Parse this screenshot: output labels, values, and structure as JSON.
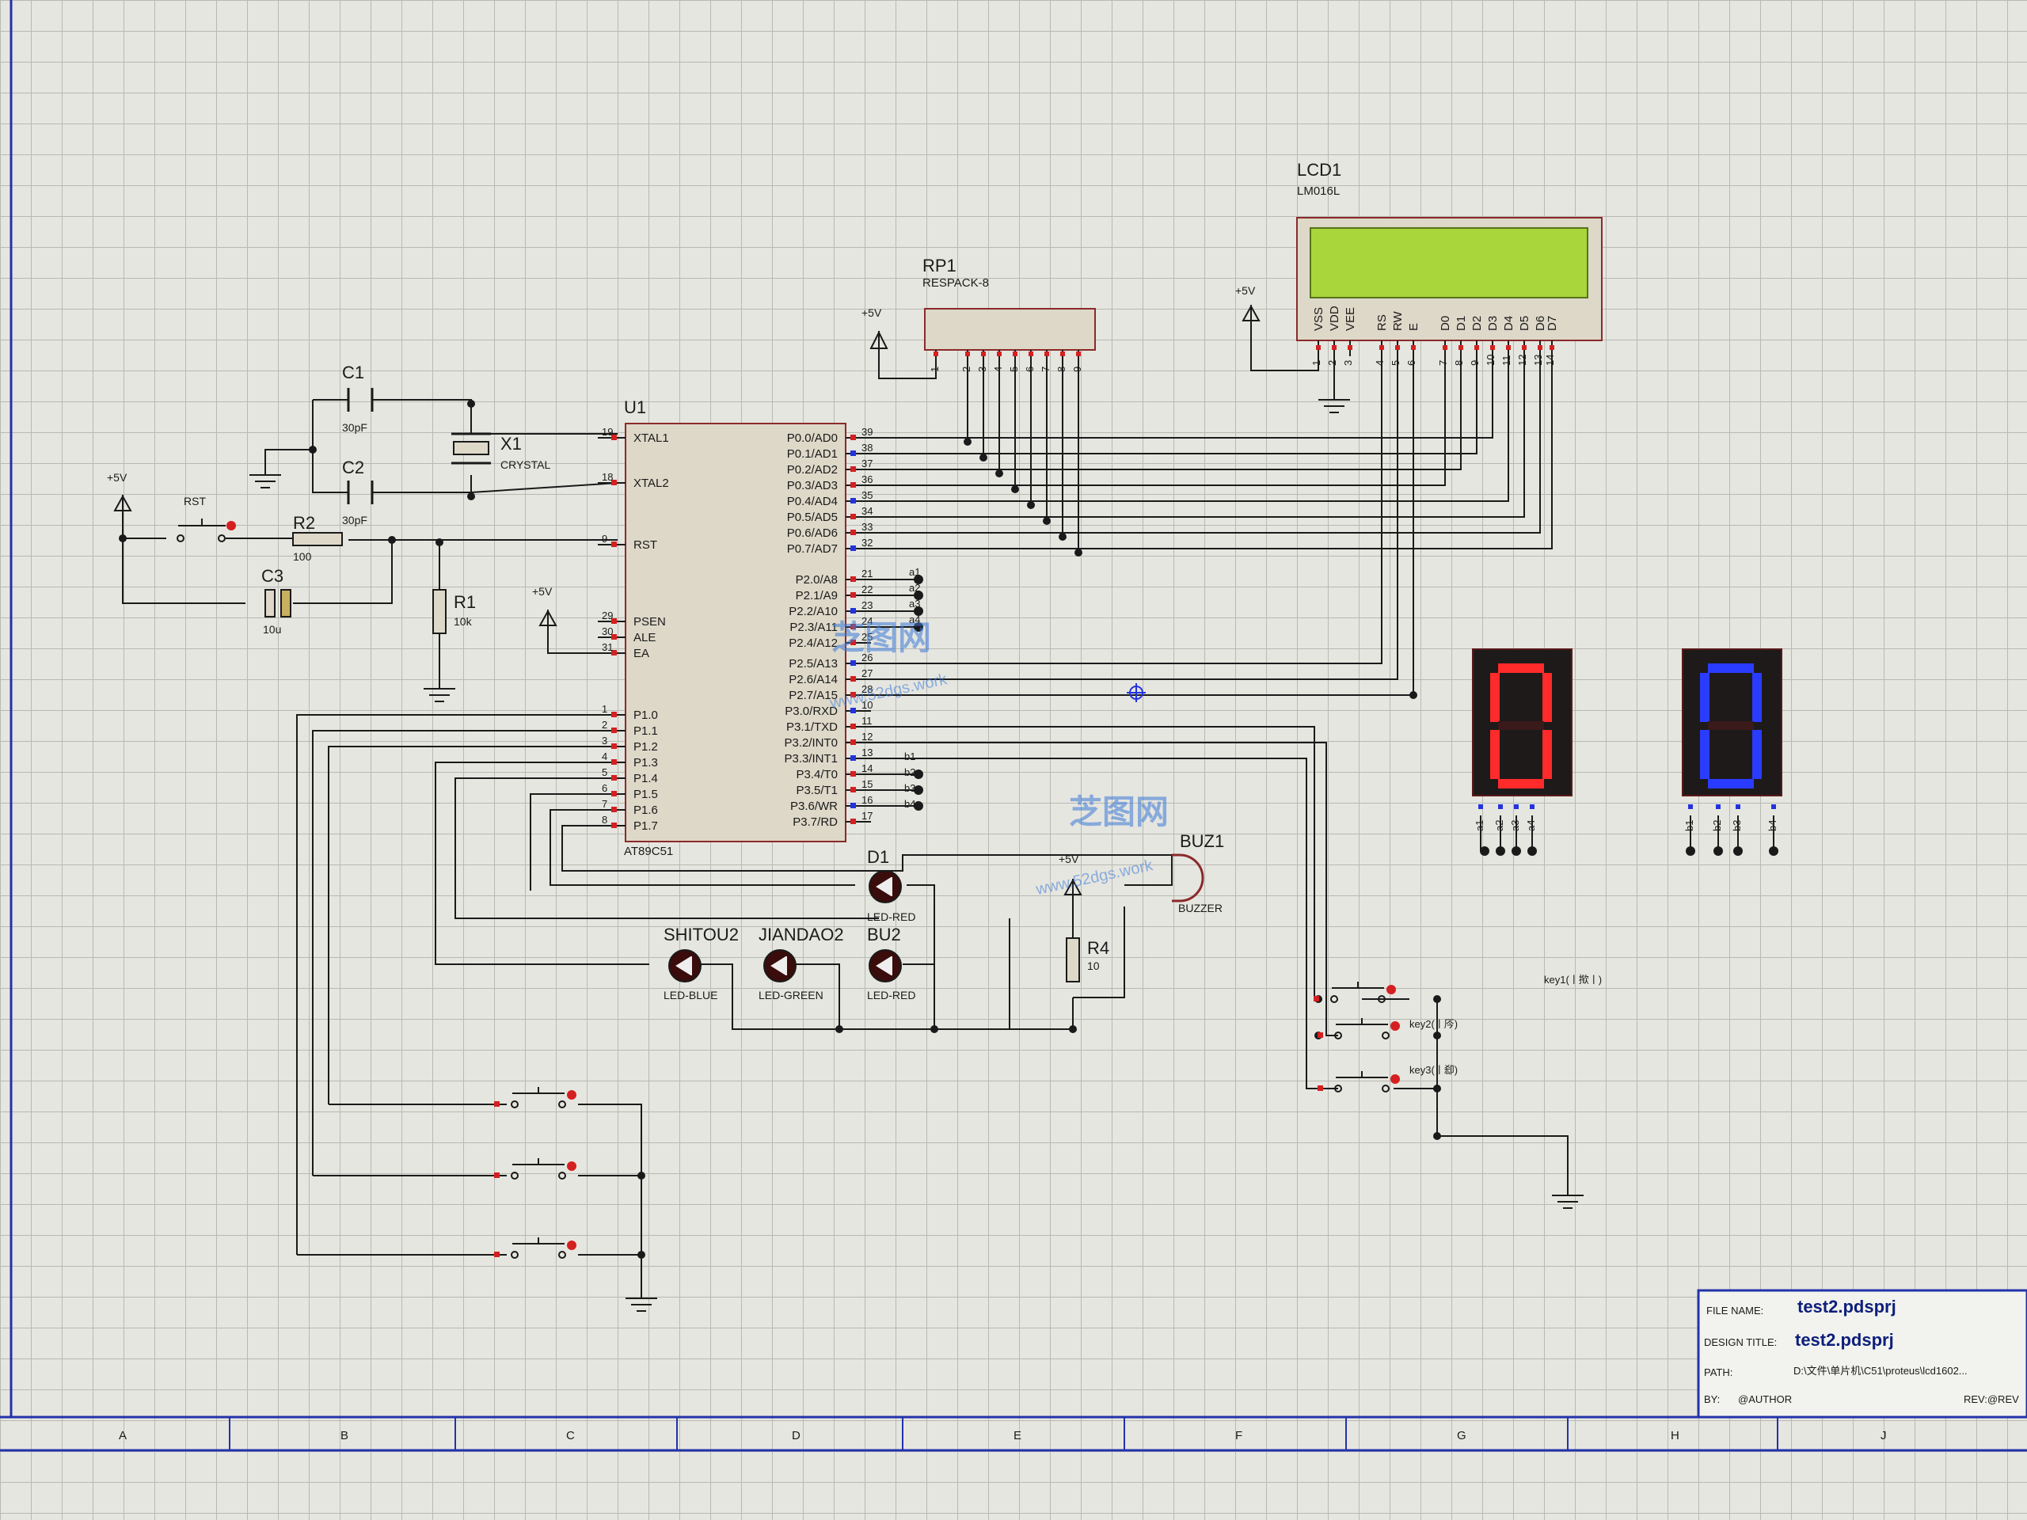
{
  "components": {
    "lcd": {
      "ref": "LCD1",
      "model": "LM016L",
      "pins": [
        "VSS",
        "VDD",
        "VEE",
        "RS",
        "RW",
        "E",
        "D0",
        "D1",
        "D2",
        "D3",
        "D4",
        "D5",
        "D6",
        "D7"
      ],
      "pin_nums": [
        "1",
        "2",
        "3",
        "4",
        "5",
        "6",
        "7",
        "8",
        "9",
        "10",
        "11",
        "12",
        "13",
        "14"
      ]
    },
    "rp": {
      "ref": "RP1",
      "model": "RESPACK-8",
      "pin_nums": [
        "1",
        "2",
        "3",
        "4",
        "5",
        "6",
        "7",
        "8",
        "9"
      ]
    },
    "mcu": {
      "ref": "U1",
      "model": "AT89C51",
      "left_pins": [
        {
          "name": "XTAL1",
          "num": "19"
        },
        {
          "name": "XTAL2",
          "num": "18"
        },
        {
          "name": "RST",
          "num": "9"
        },
        {
          "name": "PSEN",
          "num": "29"
        },
        {
          "name": "ALE",
          "num": "30"
        },
        {
          "name": "EA",
          "num": "31"
        },
        {
          "name": "P1.0",
          "num": "1"
        },
        {
          "name": "P1.1",
          "num": "2"
        },
        {
          "name": "P1.2",
          "num": "3"
        },
        {
          "name": "P1.3",
          "num": "4"
        },
        {
          "name": "P1.4",
          "num": "5"
        },
        {
          "name": "P1.5",
          "num": "6"
        },
        {
          "name": "P1.6",
          "num": "7"
        },
        {
          "name": "P1.7",
          "num": "8"
        }
      ],
      "right_pins": [
        {
          "name": "P0.0/AD0",
          "num": "39"
        },
        {
          "name": "P0.1/AD1",
          "num": "38"
        },
        {
          "name": "P0.2/AD2",
          "num": "37"
        },
        {
          "name": "P0.3/AD3",
          "num": "36"
        },
        {
          "name": "P0.4/AD4",
          "num": "35"
        },
        {
          "name": "P0.5/AD5",
          "num": "34"
        },
        {
          "name": "P0.6/AD6",
          "num": "33"
        },
        {
          "name": "P0.7/AD7",
          "num": "32"
        },
        {
          "name": "P2.0/A8",
          "num": "21"
        },
        {
          "name": "P2.1/A9",
          "num": "22"
        },
        {
          "name": "P2.2/A10",
          "num": "23"
        },
        {
          "name": "P2.3/A11",
          "num": "24"
        },
        {
          "name": "P2.4/A12",
          "num": "25"
        },
        {
          "name": "P2.5/A13",
          "num": "26"
        },
        {
          "name": "P2.6/A14",
          "num": "27"
        },
        {
          "name": "P2.7/A15",
          "num": "28"
        },
        {
          "name": "P3.0/RXD",
          "num": "10"
        },
        {
          "name": "P3.1/TXD",
          "num": "11"
        },
        {
          "name": "P3.2/INT0",
          "num": "12"
        },
        {
          "name": "P3.3/INT1",
          "num": "13"
        },
        {
          "name": "P3.4/T0",
          "num": "14"
        },
        {
          "name": "P3.5/T1",
          "num": "15"
        },
        {
          "name": "P3.6/WR",
          "num": "16"
        },
        {
          "name": "P3.7/RD",
          "num": "17"
        }
      ]
    },
    "c1": {
      "ref": "C1",
      "value": "30pF"
    },
    "c2": {
      "ref": "C2",
      "value": "30pF"
    },
    "x1": {
      "ref": "X1",
      "value": "CRYSTAL"
    },
    "c3": {
      "ref": "C3",
      "value": "10u"
    },
    "r1": {
      "ref": "R1",
      "value": "10k"
    },
    "r2": {
      "ref": "R2",
      "value": "100"
    },
    "r4": {
      "ref": "R4",
      "value": "10"
    },
    "rst": {
      "ref": "RST"
    },
    "d1": {
      "ref": "D1",
      "value": "LED-RED"
    },
    "shitou2": {
      "ref": "SHITOU2",
      "value": "LED-BLUE"
    },
    "jiandao2": {
      "ref": "JIANDAO2",
      "value": "LED-GREEN"
    },
    "bu2": {
      "ref": "BU2",
      "value": "LED-RED"
    },
    "buz": {
      "ref": "BUZ1",
      "value": "BUZZER"
    },
    "power": {
      "vcc": "+5V"
    },
    "bus_labels": [
      "a1",
      "a2",
      "a3",
      "a4",
      "b1",
      "b2",
      "b3",
      "b4"
    ],
    "seg_red": {
      "digit": "0",
      "color": "#ff2a2a",
      "pins": [
        "a1",
        "a2",
        "a3",
        "a4"
      ]
    },
    "seg_blue": {
      "digit": "0",
      "color": "#2a3cff",
      "pins": [
        "b1",
        "b2",
        "b3",
        "b4"
      ]
    },
    "keys": {
      "key1": "key1(ㅣ揿ㅣ)",
      "key2": "key2(ㅣ㕂)",
      "key3": "key3(ㅣ㕁)"
    }
  },
  "watermark": {
    "text1": "芝图网",
    "text2": "www.52dgs.work"
  },
  "title_block": {
    "file_name_label": "FILE NAME:",
    "file_name": "test2.pdsprj",
    "design_title_label": "DESIGN TITLE:",
    "design_title": "test2.pdsprj",
    "path_label": "PATH:",
    "path": "D:\\文件\\单片机\\C51\\proteus\\lcd1602...",
    "by_label": "BY:",
    "by": "@AUTHOR",
    "rev_label": "REV:@REV"
  },
  "border_columns": [
    "A",
    "B",
    "C",
    "D",
    "E",
    "F",
    "G",
    "H",
    "J"
  ],
  "colors": {
    "wire": "#1a1a1a",
    "body": "#ddd8c8",
    "body_border": "#9a2a2a",
    "pin_red": "#d42020",
    "pin_blue": "#2233dd",
    "lcd_screen": "#a9d63a"
  }
}
